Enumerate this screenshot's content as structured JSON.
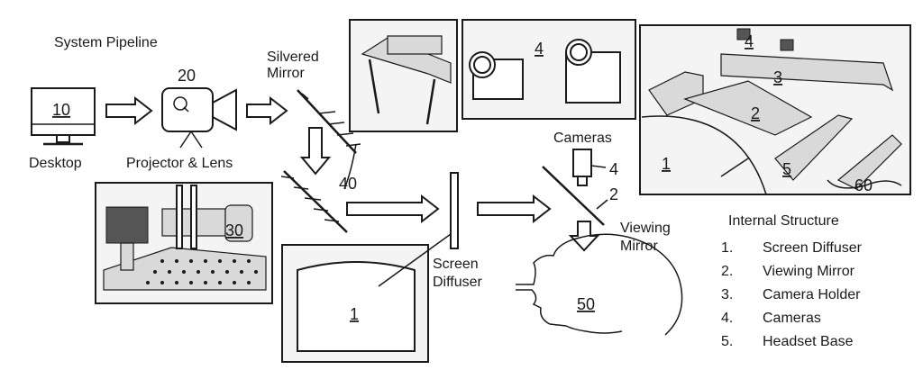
{
  "title": "System Pipeline",
  "labels": {
    "desktop": "Desktop",
    "projector": "Projector & Lens",
    "silvered_mirror_1": "Silvered",
    "silvered_mirror_2": "Mirror",
    "cameras": "Cameras",
    "viewing_mirror_1": "Viewing",
    "viewing_mirror_2": "Mirror",
    "screen_diffuser_1": "Screen",
    "screen_diffuser_2": "Diffuser"
  },
  "ref_numbers": {
    "desktop": "10",
    "projector": "20",
    "projector_photo": "30",
    "mirror_lines": "40",
    "cameras_photo": "4",
    "head": "50",
    "screen": "1",
    "camera_small": "4",
    "viewing_mirror": "2",
    "internal_1": "1",
    "internal_2": "2",
    "internal_3": "3",
    "internal_4": "4",
    "internal_5": "5",
    "internal_60": "60"
  },
  "internal_structure": {
    "heading": "Internal Structure",
    "items": [
      {
        "num": "1.",
        "label": "Screen Diffuser"
      },
      {
        "num": "2.",
        "label": "Viewing Mirror"
      },
      {
        "num": "3.",
        "label": "Camera Holder"
      },
      {
        "num": "4.",
        "label": "Cameras"
      },
      {
        "num": "5.",
        "label": "Headset Base"
      }
    ]
  }
}
